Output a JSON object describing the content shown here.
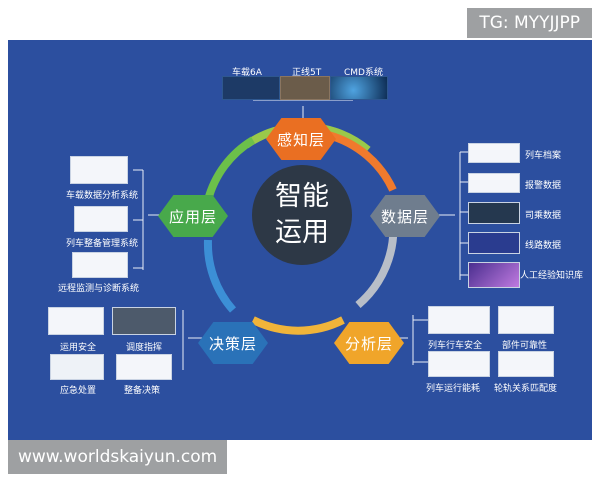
{
  "watermark_top": "TG: MYYJJPP",
  "watermark_bottom": "www.worldskaiyun.com",
  "center": {
    "line1": "智能",
    "line2": "运用"
  },
  "layers": {
    "perception": "感知层",
    "data": "数据层",
    "analysis": "分析层",
    "decision": "决策层",
    "application": "应用层"
  },
  "perception_items": [
    "车载6A",
    "正线5T",
    "CMD系统"
  ],
  "data_items": [
    "列车档案",
    "报警数据",
    "司乘数据",
    "线路数据",
    "人工经验知识库"
  ],
  "application_items": [
    "车载数据分析系统",
    "列车整备管理系统",
    "远程监测与诊断系统"
  ],
  "decision_items": [
    "运用安全",
    "调度指挥",
    "应急处置",
    "整备决策"
  ],
  "analysis_items": [
    "列车行车安全",
    "部件可靠性",
    "列车运行能耗",
    "轮轨关系匹配度"
  ],
  "colors": {
    "background": "#2c4f9f",
    "perception": "#ea6f22",
    "application": "#48a94b",
    "data": "#6f7d8e",
    "decision": "#2a72b8",
    "analysis": "#f0a52a"
  }
}
